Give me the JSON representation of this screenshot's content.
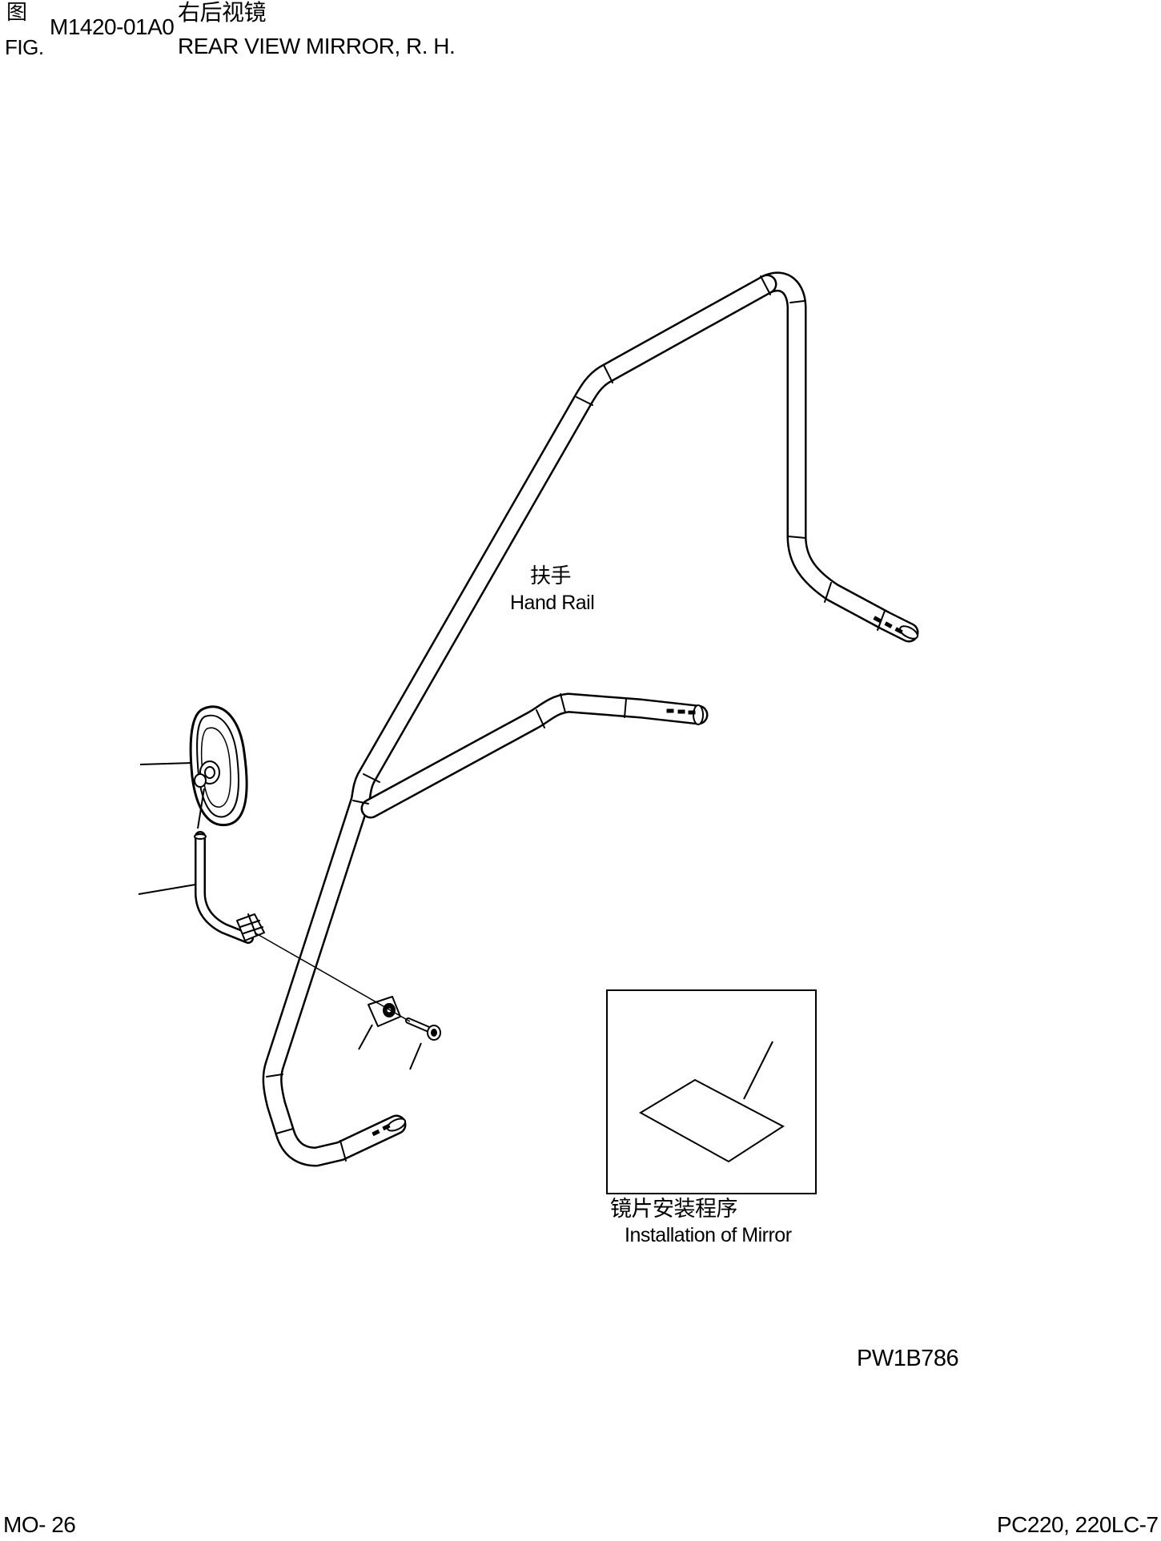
{
  "header": {
    "fig_label_zh": "图",
    "fig_label_en": "FIG.",
    "fig_number": "M1420-01A0",
    "title_zh": "右后视镜",
    "title_en": "REAR VIEW MIRROR, R. H."
  },
  "callouts": {
    "hand_rail_zh": "扶手",
    "hand_rail_en": "Hand Rail",
    "install_zh": "镜片安装程序",
    "install_en": "Installation of Mirror"
  },
  "footer": {
    "illustration_code": "PW1B786",
    "page_number": "MO- 26",
    "model": "PC220, 220LC-7"
  },
  "colors": {
    "ink": "#000000",
    "paper": "#ffffff"
  }
}
